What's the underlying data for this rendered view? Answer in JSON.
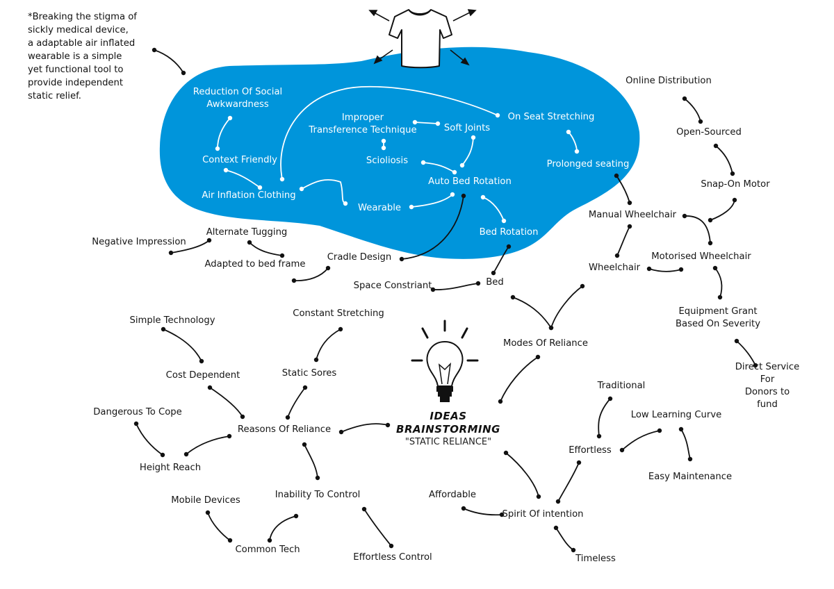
{
  "note": "*Breaking the stigma of\nsickly medical device,\na adaptable air inflated\nwearable is a simple\nyet functional tool to\nprovide independent\nstatic relief.",
  "center": {
    "line1": "IDEAS",
    "line2": "BRAINSTORMING",
    "line3": "\"STATIC RELIANCE\""
  },
  "nodes": {
    "reduction_social": "Reduction Of Social\nAwkwardness",
    "context_friendly": "Context Friendly",
    "air_inflation": "Air Inflation Clothing",
    "improper_transference": "Improper\nTransference Technique",
    "soft_joints": "Soft Joints",
    "on_seat_stretching": "On Seat Stretching",
    "scioliosis": "Scioliosis",
    "auto_bed_rotation": "Auto Bed Rotation",
    "prolonged_seating": "Prolonged seating",
    "wearable": "Wearable",
    "bed_rotation": "Bed Rotation",
    "alternate_tugging": "Alternate Tugging",
    "negative_impression": "Negative Impression",
    "adapted_bed_frame": "Adapted to bed frame",
    "cradle_design": "Cradle Design",
    "space_constraint": "Space Constriant",
    "bed": "Bed",
    "online_distribution": "Online Distribution",
    "open_sourced": "Open-Sourced",
    "snap_on_motor": "Snap-On Motor",
    "manual_wheelchair": "Manual Wheelchair",
    "wheelchair": "Wheelchair",
    "motorised_wheelchair": "Motorised Wheelchair",
    "equipment_grant": "Equipment Grant\nBased On Severity",
    "direct_service": "Direct Service For\nDonors to fund",
    "modes_of_reliance": "Modes Of Reliance",
    "simple_technology": "Simple Technology",
    "constant_stretching": "Constant Stretching",
    "cost_dependent": "Cost Dependent",
    "static_sores": "Static Sores",
    "dangerous_to_cope": "Dangerous To Cope",
    "reasons_of_reliance": "Reasons Of Reliance",
    "height_reach": "Height Reach",
    "inability_to_control": "Inability To Control",
    "mobile_devices": "Mobile Devices",
    "common_tech": "Common Tech",
    "effortless_control": "Effortless Control",
    "traditional": "Traditional",
    "low_learning_curve": "Low Learning Curve",
    "effortless": "Effortless",
    "easy_maintenance": "Easy Maintenance",
    "affordable": "Affordable",
    "spirit_of_intention": "Spirit Of intention",
    "timeless": "Timeless"
  },
  "colors": {
    "blob": "#0095db",
    "line": "#111111",
    "blue_text": "#ffffff"
  },
  "icons": [
    "tshirt-icon",
    "lightbulb-icon"
  ]
}
